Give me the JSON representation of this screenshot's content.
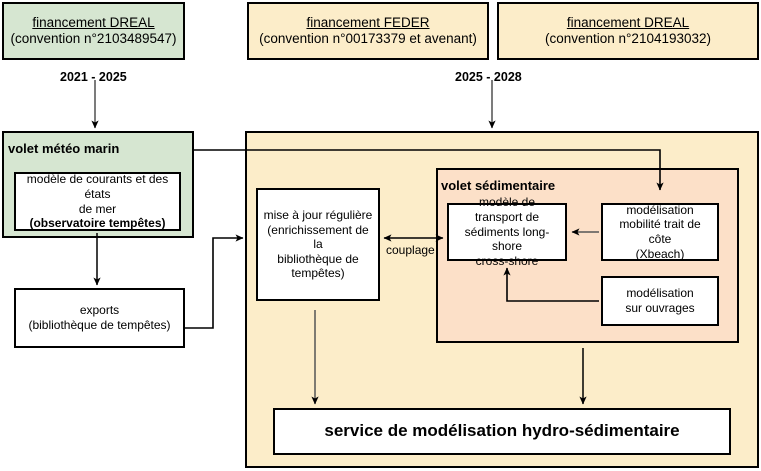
{
  "diagram": {
    "title": "Schéma de financement et architecture du service de modélisation hydro-sédimentaire",
    "colors": {
      "green_panel": "#d6e6d1",
      "yellow_panel": "#fcedc9",
      "salmon_panel": "#fce0c8",
      "white_box": "#ffffff",
      "border": "#000000"
    }
  },
  "funding": {
    "dreal_left": {
      "title": "financement DREAL",
      "detail": "(convention n°2103489547)",
      "period": "2021 - 2025"
    },
    "feder": {
      "title": "financement FEDER",
      "detail": "(convention n°00173379 et avenant)"
    },
    "dreal_right": {
      "title": "financement DREAL",
      "detail": "(convention n°2104193032)"
    },
    "period_right": "2025 - 2028"
  },
  "meteo": {
    "panel_label": "volet météo marin",
    "model_box": {
      "line1": "modèle de courants et des états",
      "line2": "de mer",
      "line3": "(observatoire tempêtes)"
    },
    "exports_box": {
      "line1": "exports",
      "line2": "(bibliothèque de tempêtes)"
    }
  },
  "sediment": {
    "update_box": {
      "line1": "mise à jour régulière",
      "line2": "(enrichissement de la",
      "line3": "bibliothèque de",
      "line4": "tempêtes)"
    },
    "coupling_label": "couplage",
    "panel_label": "volet sédimentaire",
    "transport_box": {
      "line1": "modèle de transport de",
      "line2": "sédiments long-shore",
      "line3": "cross-shore"
    },
    "coastline_box": {
      "line1": "modélisation",
      "line2": "mobilité trait de côte",
      "line3": "(Xbeach)"
    },
    "structures_box": {
      "line1": "modélisation",
      "line2": "sur ouvrages"
    }
  },
  "service": {
    "label": "service de modélisation hydro-sédimentaire"
  }
}
